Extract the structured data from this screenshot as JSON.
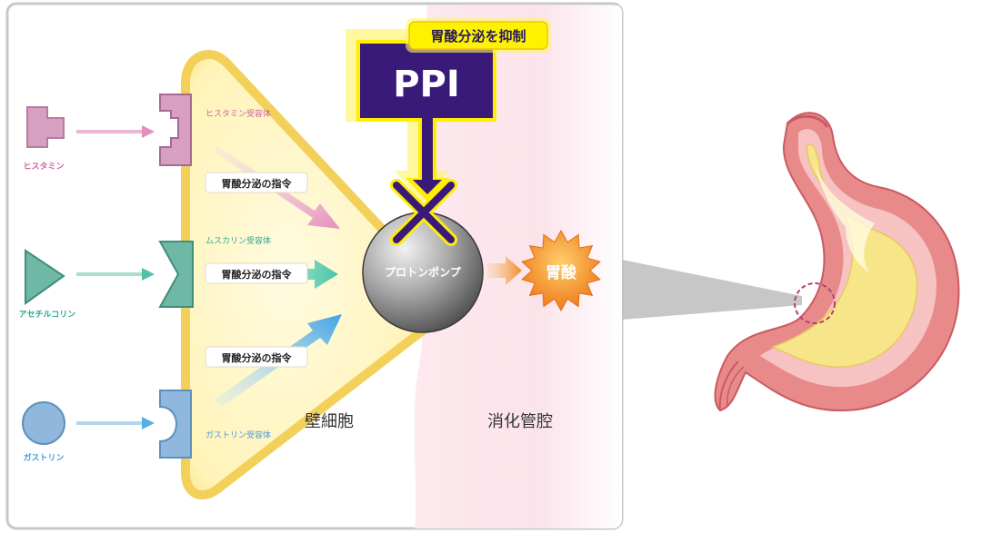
{
  "ppi": {
    "label": "PPI",
    "inhibit_text": "胃酸分泌を抑制"
  },
  "ligands": {
    "histamine": "ヒスタミン",
    "acetylcholine": "アセチルコリン",
    "gastrin": "ガストリン"
  },
  "receptors": {
    "histamine": "ヒスタミン受容体",
    "muscarinic": "ムスカリン受容体",
    "gastrin": "ガストリン受容体"
  },
  "commands": [
    "胃酸分泌の指令",
    "胃酸分泌の指令",
    "胃酸分泌の指令"
  ],
  "proton_pump": "プロトンポンプ",
  "gastric_acid": "胃酸",
  "regions": {
    "parietal_cell": "壁細胞",
    "lumen": "消化管腔"
  },
  "colors": {
    "histamine": "#d8a0c0",
    "acetylcholine": "#6fb8a6",
    "gastrin": "#8fb8dc",
    "ppi": "#3a1a78",
    "highlight": "#ffee00",
    "acid": "#f08a28",
    "histamine_text": "#d060a0",
    "acetylcholine_text": "#30a890",
    "gastrin_text": "#4b9ad6"
  }
}
